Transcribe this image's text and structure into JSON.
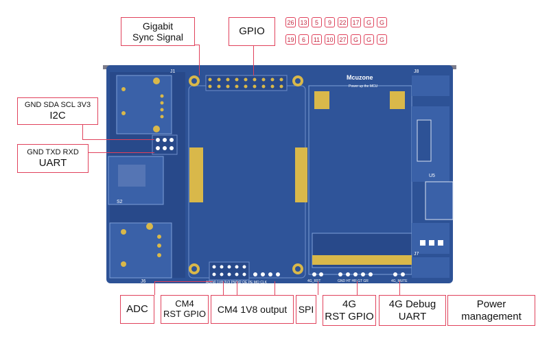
{
  "labels": {
    "gigabit": "Gigabit\nSync Signal",
    "gpio": "GPIO",
    "i2c_pins": "GND SDA SCL 3V3",
    "i2c": "I2C",
    "uart_pins": "GND TXD RXD",
    "uart": "UART",
    "adc": "ADC",
    "cm4_rst": "CM4\nRST GPIO",
    "cm4_1v8": "CM4 1V8 output",
    "spi": "SPI",
    "g4_rst": "4G\nRST GPIO",
    "g4_debug": "4G Debug\nUART",
    "power": "Power\nmanagement"
  },
  "gpio_row1": [
    "26",
    "13",
    "5",
    "9",
    "22",
    "17",
    "G",
    "G"
  ],
  "gpio_row2": [
    "19",
    "6",
    "11",
    "10",
    "27",
    "G",
    "G",
    "G"
  ],
  "board": {
    "brand": "Mcuzone",
    "slogan": "Power up the MCU",
    "silk_j1": "J1",
    "silk_j6": "J6",
    "silk_j8": "J8",
    "silk_s2": "S2",
    "silk_u5": "U5",
    "silk_j7": "J7",
    "silk_bottom": "ADIN0 1V8 3V3 PWM2 OE PE MO CLK",
    "silk_4g_rst": "4G_RST",
    "silk_4g_uart": "GND HT HR GT GR",
    "silk_4g_mute": "4G_MUTE"
  },
  "colors": {
    "accent": "#e0405a",
    "board": "#2d5296",
    "gold": "#d9b84a"
  }
}
